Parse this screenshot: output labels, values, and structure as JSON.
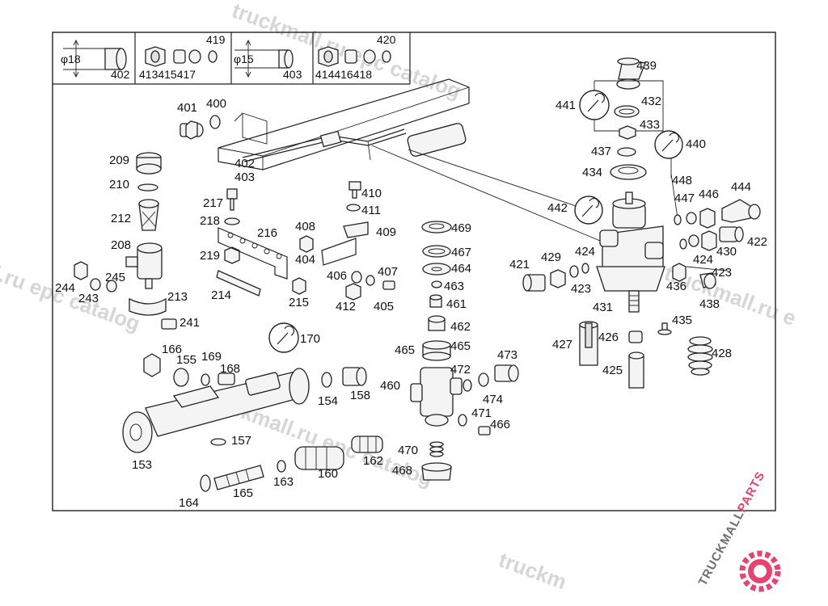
{
  "watermark": {
    "line1": "truckmall.ru epc catalog",
    "line2": "l.ru epc catalog",
    "line3": "truckmall.ru e",
    "line4": "truckmall.ru epc catalog",
    "line5": "truckm"
  },
  "header_cells": {
    "c1": {
      "dia": "φ18",
      "part": "402"
    },
    "c2": {
      "top": "419",
      "parts": "413415417"
    },
    "c3": {
      "dia": "φ15",
      "part": "403"
    },
    "c4": {
      "top": "420",
      "parts": "414416418"
    }
  },
  "labels": {
    "l439": "439",
    "l441": "441",
    "l432": "432",
    "l433": "433",
    "l440": "440",
    "l437": "437",
    "l434": "434",
    "l448": "448",
    "l447": "447",
    "l446": "446",
    "l444": "444",
    "l442": "442",
    "l424a": "424",
    "l422": "422",
    "l430": "430",
    "l424b": "424",
    "l421": "421",
    "l429": "429",
    "l423a": "423",
    "l423b": "423",
    "l436": "436",
    "l438": "438",
    "l431": "431",
    "l435": "435",
    "l427": "427",
    "l426": "426",
    "l428": "428",
    "l425": "425",
    "l401": "401",
    "l400": "400",
    "l209": "209",
    "l210": "210",
    "l212": "212",
    "l208": "208",
    "l244": "244",
    "l243": "243",
    "l245": "245",
    "l213": "213",
    "l241": "241",
    "l217": "217",
    "l218": "218",
    "l219": "219",
    "l214": "214",
    "l216": "216",
    "l408": "408",
    "l404": "404",
    "l215": "215",
    "l402": "402",
    "l403": "403",
    "l410": "410",
    "l411": "411",
    "l409": "409",
    "l406": "406",
    "l407": "407",
    "l412": "412",
    "l405": "405",
    "l469": "469",
    "l467": "467",
    "l464": "464",
    "l463": "463",
    "l461": "461",
    "l462": "462",
    "l465a": "465",
    "l465b": "465",
    "l473": "473",
    "l472": "472",
    "l460": "460",
    "l474": "474",
    "l471": "471",
    "l466": "466",
    "l470": "470",
    "l468": "468",
    "l170": "170",
    "l166": "166",
    "l155": "155",
    "l169": "169",
    "l168": "168",
    "l154": "154",
    "l158": "158",
    "l157": "157",
    "l153": "153",
    "l162": "162",
    "l160": "160",
    "l163": "163",
    "l165": "165",
    "l164": "164"
  },
  "brand": {
    "name_dark": "TRUCKMALL",
    "name_accent": "PARTS",
    "accent_color": "#e8426f"
  },
  "colors": {
    "line": "#222222",
    "watermark": "#d6d6d6"
  }
}
